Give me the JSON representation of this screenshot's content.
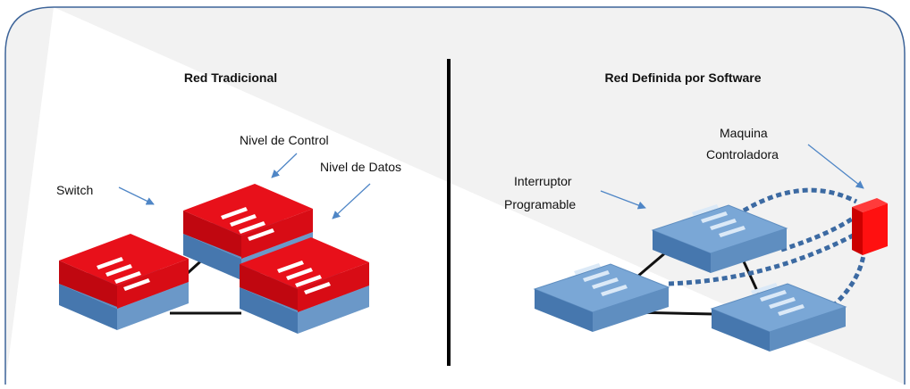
{
  "colors": {
    "panel_bg": "#f2f2f2",
    "panel_border": "#3d6499",
    "red_top": "#e8101a",
    "red_side": "#c00710",
    "blue_base": "#5f8ec0",
    "blue_side": "#4677ae",
    "blue_top": "#7aa7d6",
    "arrow": "#4f86c6",
    "dotted": "#3c6aa2",
    "link": "#111111"
  },
  "left": {
    "title": "Red Tradicional",
    "label_control": "Nivel de Control",
    "label_datos": "Nivel de Datos",
    "label_switch": "Switch"
  },
  "right": {
    "title": "Red Definida por Software",
    "label_switch_line1": "Interruptor",
    "label_switch_line2": "Programable",
    "label_controller_line1": "Maquina",
    "label_controller_line2": "Controladora"
  },
  "icons": [
    "switch-icon",
    "controller-icon",
    "arrow-icon",
    "divider"
  ]
}
